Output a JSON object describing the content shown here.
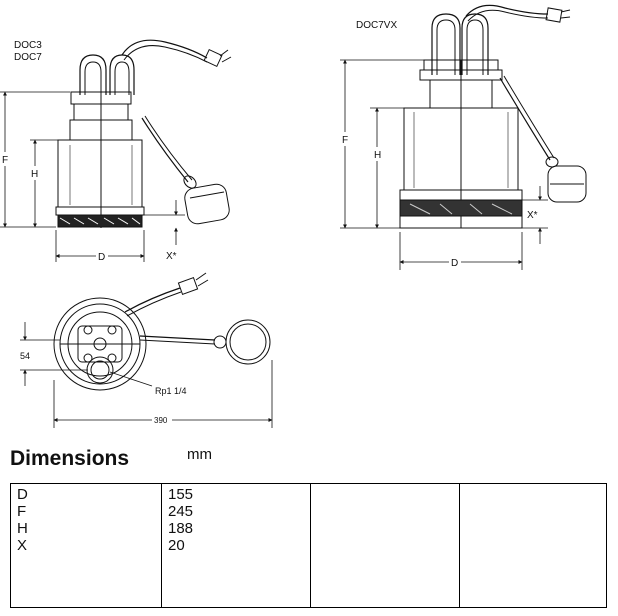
{
  "drawing": {
    "left_model_labels": [
      "DOC3",
      "DOC7"
    ],
    "right_model_label": "DOC7VX",
    "dim_labels": {
      "f": "F",
      "h": "H",
      "d": "D",
      "x": "X*"
    },
    "plan_labels": {
      "offset": "54",
      "outlet": "Rp1 1/4",
      "width": "390"
    }
  },
  "dimensions": {
    "heading": "Dimensions",
    "unit": "mm",
    "names": [
      "D",
      "F",
      "H",
      "X"
    ],
    "values": [
      "155",
      "245",
      "188",
      "20"
    ]
  }
}
